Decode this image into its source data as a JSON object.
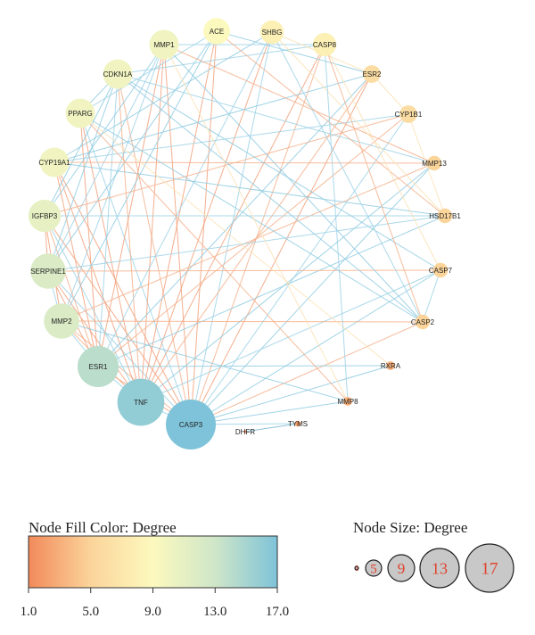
{
  "network": {
    "nodes": [
      {
        "id": "ACE",
        "degree": 9
      },
      {
        "id": "SHBG",
        "degree": 8
      },
      {
        "id": "CASP8",
        "degree": 8
      },
      {
        "id": "ESR2",
        "degree": 6
      },
      {
        "id": "CYP1B1",
        "degree": 6
      },
      {
        "id": "MMP13",
        "degree": 5
      },
      {
        "id": "HSD17B1",
        "degree": 5
      },
      {
        "id": "CASP7",
        "degree": 5
      },
      {
        "id": "CASP2",
        "degree": 5
      },
      {
        "id": "RXRA",
        "degree": 3
      },
      {
        "id": "MMP8",
        "degree": 3
      },
      {
        "id": "TYMS",
        "degree": 2
      },
      {
        "id": "DHFR",
        "degree": 1
      },
      {
        "id": "CASP3",
        "degree": 17
      },
      {
        "id": "TNF",
        "degree": 16
      },
      {
        "id": "ESR1",
        "degree": 14
      },
      {
        "id": "MMP2",
        "degree": 12
      },
      {
        "id": "SERPINE1",
        "degree": 12
      },
      {
        "id": "IGFBP3",
        "degree": 11
      },
      {
        "id": "CYP19A1",
        "degree": 10
      },
      {
        "id": "PPARG",
        "degree": 10
      },
      {
        "id": "CDKN1A",
        "degree": 10
      },
      {
        "id": "MMP1",
        "degree": 10
      }
    ],
    "edges": [
      [
        "CASP3",
        "ACE"
      ],
      [
        "CASP3",
        "SHBG"
      ],
      [
        "CASP3",
        "CASP8"
      ],
      [
        "CASP3",
        "ESR2"
      ],
      [
        "CASP3",
        "CYP1B1"
      ],
      [
        "CASP3",
        "MMP13"
      ],
      [
        "CASP3",
        "CASP7"
      ],
      [
        "CASP3",
        "CASP2"
      ],
      [
        "CASP3",
        "RXRA"
      ],
      [
        "CASP3",
        "MMP8"
      ],
      [
        "CASP3",
        "TYMS"
      ],
      [
        "CASP3",
        "MMP1"
      ],
      [
        "CASP3",
        "CDKN1A"
      ],
      [
        "CASP3",
        "PPARG"
      ],
      [
        "CASP3",
        "CYP19A1"
      ],
      [
        "CASP3",
        "IGFBP3"
      ],
      [
        "CASP3",
        "SERPINE1"
      ],
      [
        "CASP3",
        "MMP2"
      ],
      [
        "CASP3",
        "ESR1"
      ],
      [
        "CASP3",
        "TNF"
      ],
      [
        "TNF",
        "ACE"
      ],
      [
        "TNF",
        "MMP1"
      ],
      [
        "TNF",
        "CDKN1A"
      ],
      [
        "TNF",
        "PPARG"
      ],
      [
        "TNF",
        "CYP19A1"
      ],
      [
        "TNF",
        "IGFBP3"
      ],
      [
        "TNF",
        "SERPINE1"
      ],
      [
        "TNF",
        "MMP2"
      ],
      [
        "TNF",
        "ESR1"
      ],
      [
        "TNF",
        "CASP8"
      ],
      [
        "TNF",
        "MMP13"
      ],
      [
        "TNF",
        "CASP7"
      ],
      [
        "TNF",
        "ESR2"
      ],
      [
        "TNF",
        "SHBG"
      ],
      [
        "ESR1",
        "SHBG"
      ],
      [
        "ESR1",
        "ESR2"
      ],
      [
        "ESR1",
        "CYP19A1"
      ],
      [
        "ESR1",
        "CYP1B1"
      ],
      [
        "ESR1",
        "HSD17B1"
      ],
      [
        "ESR1",
        "PPARG"
      ],
      [
        "ESR1",
        "MMP2"
      ],
      [
        "ESR1",
        "RXRA"
      ],
      [
        "ESR1",
        "IGFBP3"
      ],
      [
        "ESR1",
        "CDKN1A"
      ],
      [
        "ESR1",
        "SERPINE1"
      ],
      [
        "ESR1",
        "MMP1"
      ],
      [
        "MMP2",
        "MMP1"
      ],
      [
        "MMP2",
        "MMP13"
      ],
      [
        "MMP2",
        "MMP8"
      ],
      [
        "MMP2",
        "SERPINE1"
      ],
      [
        "MMP2",
        "IGFBP3"
      ],
      [
        "MMP2",
        "ACE"
      ],
      [
        "MMP2",
        "CASP2"
      ],
      [
        "SERPINE1",
        "ACE"
      ],
      [
        "SERPINE1",
        "IGFBP3"
      ],
      [
        "SERPINE1",
        "MMP1"
      ],
      [
        "SERPINE1",
        "CDKN1A"
      ],
      [
        "SERPINE1",
        "CASP7"
      ],
      [
        "SERPINE1",
        "HSD17B1"
      ],
      [
        "IGFBP3",
        "CDKN1A"
      ],
      [
        "IGFBP3",
        "MMP1"
      ],
      [
        "IGFBP3",
        "HSD17B1"
      ],
      [
        "IGFBP3",
        "CYP1B1"
      ],
      [
        "CYP19A1",
        "HSD17B1"
      ],
      [
        "CYP19A1",
        "CYP1B1"
      ],
      [
        "CYP19A1",
        "ESR2"
      ],
      [
        "CYP19A1",
        "SHBG"
      ],
      [
        "CYP19A1",
        "MMP13"
      ],
      [
        "PPARG",
        "RXRA"
      ],
      [
        "PPARG",
        "CDKN1A"
      ],
      [
        "PPARG",
        "ACE"
      ],
      [
        "PPARG",
        "CASP2"
      ],
      [
        "PPARG",
        "MMP8"
      ],
      [
        "CDKN1A",
        "CASP8"
      ],
      [
        "CDKN1A",
        "CASP7"
      ],
      [
        "CDKN1A",
        "CASP2"
      ],
      [
        "CDKN1A",
        "MMP13"
      ],
      [
        "MMP1",
        "MMP13"
      ],
      [
        "MMP1",
        "MMP8"
      ],
      [
        "MMP1",
        "CASP8"
      ],
      [
        "MMP1",
        "CASP2"
      ],
      [
        "ACE",
        "ESR2"
      ],
      [
        "ACE",
        "HSD17B1"
      ],
      [
        "SHBG",
        "HSD17B1"
      ],
      [
        "SHBG",
        "ESR2"
      ],
      [
        "SHBG",
        "CASP2"
      ],
      [
        "CASP8",
        "CASP7"
      ],
      [
        "CASP8",
        "CASP2"
      ],
      [
        "CASP8",
        "MMP8"
      ],
      [
        "ESR2",
        "CYP1B1"
      ],
      [
        "CYP1B1",
        "HSD17B1"
      ],
      [
        "CASP7",
        "CASP2"
      ],
      [
        "DHFR",
        "TYMS"
      ]
    ]
  },
  "fill_legend": {
    "title": "Node Fill Color: Degree",
    "ticks": [
      "1.0",
      "5.0",
      "9.0",
      "13.0",
      "17.0"
    ],
    "colors": [
      "#f28a5a",
      "#fbd49a",
      "#fcf9be",
      "#cfe6c8",
      "#7ec3d9"
    ]
  },
  "size_legend": {
    "title": "Node Size: Degree",
    "labels": [
      "1",
      "5",
      "9",
      "13",
      "17"
    ]
  }
}
